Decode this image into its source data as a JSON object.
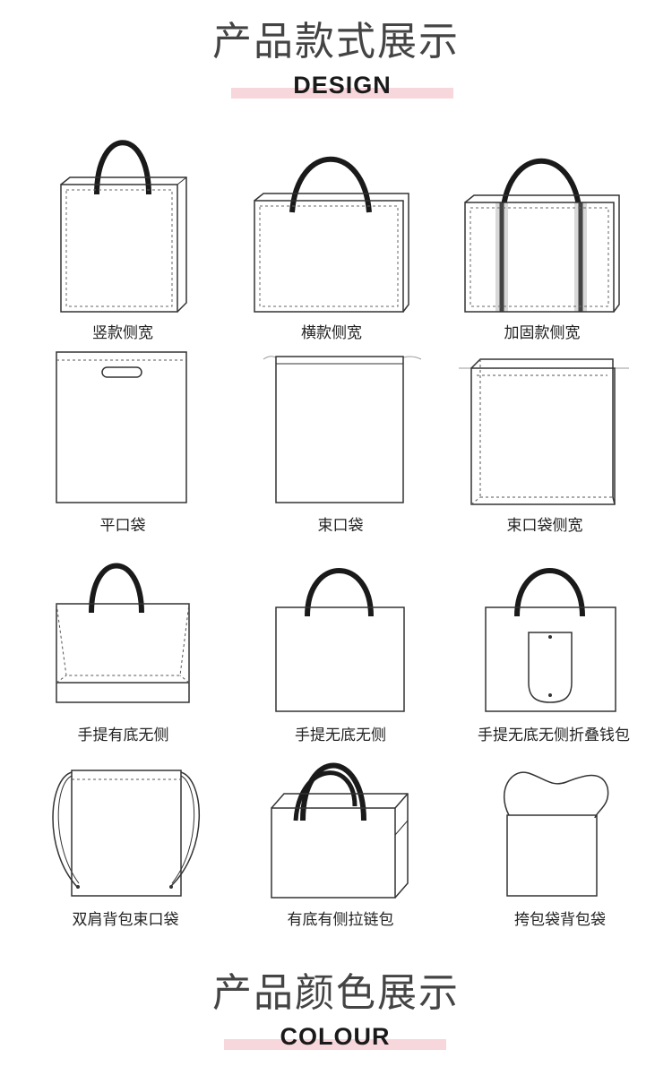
{
  "design_section": {
    "title": "产品款式展示",
    "subtitle": "DESIGN"
  },
  "colour_section": {
    "title": "产品颜色展示",
    "subtitle": "COLOUR"
  },
  "styles": [
    {
      "label": "竖款侧宽",
      "icon": "vertical-gusset-bag-icon"
    },
    {
      "label": "横款侧宽",
      "icon": "horizontal-gusset-bag-icon"
    },
    {
      "label": "加固款侧宽",
      "icon": "reinforced-gusset-bag-icon"
    },
    {
      "label": "平口袋",
      "icon": "flat-die-cut-bag-icon"
    },
    {
      "label": "束口袋",
      "icon": "drawstring-bag-icon"
    },
    {
      "label": "束口袋侧宽",
      "icon": "drawstring-gusset-bag-icon"
    },
    {
      "label": "手提有底无侧",
      "icon": "handle-bottom-no-side-bag-icon"
    },
    {
      "label": "手提无底无侧",
      "icon": "handle-flat-bag-icon"
    },
    {
      "label": "手提无底无侧折叠钱包",
      "icon": "foldable-pouch-bag-icon"
    },
    {
      "label": "双肩背包束口袋",
      "icon": "backpack-drawstring-bag-icon"
    },
    {
      "label": "有底有侧拉链包",
      "icon": "zipper-box-bag-icon"
    },
    {
      "label": "挎包袋背包袋",
      "icon": "shoulder-strap-bag-icon"
    }
  ],
  "colors": {
    "accent_bar": "#f7d6dc",
    "line": "#1a1a1a",
    "dash": "#555555"
  }
}
